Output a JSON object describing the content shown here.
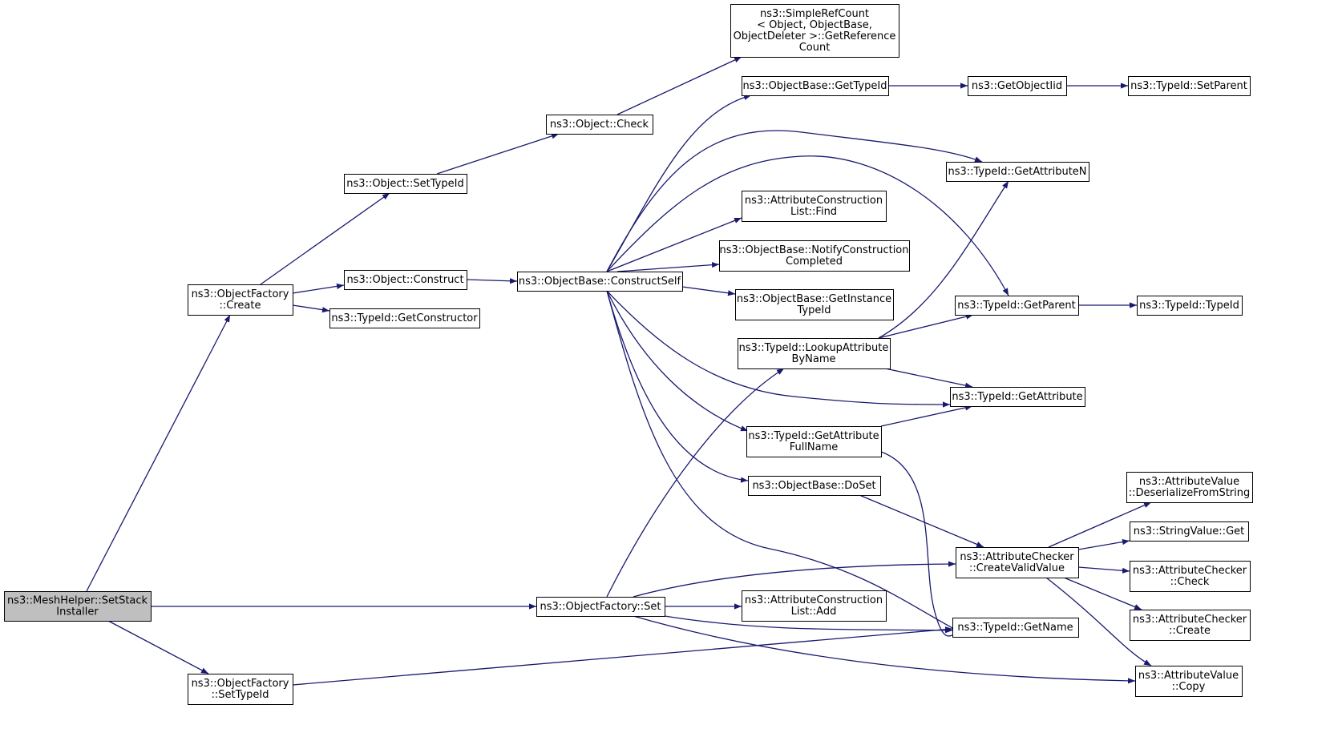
{
  "nodes": [
    {
      "id": "root",
      "lines": [
        "ns3::MeshHelper::SetStack",
        "Installer"
      ],
      "highlight": true
    },
    {
      "id": "of_create",
      "lines": [
        "ns3::ObjectFactory",
        "::Create"
      ]
    },
    {
      "id": "of_settypeid",
      "lines": [
        "ns3::ObjectFactory",
        "::SetTypeId"
      ]
    },
    {
      "id": "of_set",
      "lines": [
        "ns3::ObjectFactory::Set"
      ]
    },
    {
      "id": "obj_settypeid",
      "lines": [
        "ns3::Object::SetTypeId"
      ]
    },
    {
      "id": "obj_construct",
      "lines": [
        "ns3::Object::Construct"
      ]
    },
    {
      "id": "tid_getconstructor",
      "lines": [
        "ns3::TypeId::GetConstructor"
      ]
    },
    {
      "id": "obj_check",
      "lines": [
        "ns3::Object::Check"
      ]
    },
    {
      "id": "ob_constructself",
      "lines": [
        "ns3::ObjectBase::ConstructSelf"
      ]
    },
    {
      "id": "srefcount",
      "lines": [
        "ns3::SimpleRefCount",
        "< Object, ObjectBase,",
        "ObjectDeleter >::GetReference",
        "Count"
      ]
    },
    {
      "id": "ob_gettypeid",
      "lines": [
        "ns3::ObjectBase::GetTypeId"
      ]
    },
    {
      "id": "getobjectiid",
      "lines": [
        "ns3::GetObjectIid"
      ]
    },
    {
      "id": "tid_setparent",
      "lines": [
        "ns3::TypeId::SetParent"
      ]
    },
    {
      "id": "tid_getattributen",
      "lines": [
        "ns3::TypeId::GetAttributeN"
      ]
    },
    {
      "id": "acl_find",
      "lines": [
        "ns3::AttributeConstruction",
        "List::Find"
      ]
    },
    {
      "id": "ob_notify",
      "lines": [
        "ns3::ObjectBase::NotifyConstruction",
        "Completed"
      ]
    },
    {
      "id": "ob_getinstance",
      "lines": [
        "ns3::ObjectBase::GetInstance",
        "TypeId"
      ]
    },
    {
      "id": "tid_getparent",
      "lines": [
        "ns3::TypeId::GetParent"
      ]
    },
    {
      "id": "tid_typeid",
      "lines": [
        "ns3::TypeId::TypeId"
      ]
    },
    {
      "id": "tid_lookup",
      "lines": [
        "ns3::TypeId::LookupAttribute",
        "ByName"
      ]
    },
    {
      "id": "tid_getattribute",
      "lines": [
        "ns3::TypeId::GetAttribute"
      ]
    },
    {
      "id": "tid_getattrfullname",
      "lines": [
        "ns3::TypeId::GetAttribute",
        "FullName"
      ]
    },
    {
      "id": "ob_doset",
      "lines": [
        "ns3::ObjectBase::DoSet"
      ]
    },
    {
      "id": "ac_createvalid",
      "lines": [
        "ns3::AttributeChecker",
        "::CreateValidValue"
      ]
    },
    {
      "id": "av_deserialize",
      "lines": [
        "ns3::AttributeValue",
        "::DeserializeFromString"
      ]
    },
    {
      "id": "sv_get",
      "lines": [
        "ns3::StringValue::Get"
      ]
    },
    {
      "id": "ac_check",
      "lines": [
        "ns3::AttributeChecker",
        "::Check"
      ]
    },
    {
      "id": "ac_create",
      "lines": [
        "ns3::AttributeChecker",
        "::Create"
      ]
    },
    {
      "id": "acl_add",
      "lines": [
        "ns3::AttributeConstruction",
        "List::Add"
      ]
    },
    {
      "id": "tid_getname",
      "lines": [
        "ns3::TypeId::GetName"
      ]
    },
    {
      "id": "av_copy",
      "lines": [
        "ns3::AttributeValue",
        "::Copy"
      ]
    }
  ],
  "edges": [
    [
      "root",
      "of_create"
    ],
    [
      "root",
      "of_set"
    ],
    [
      "root",
      "of_settypeid"
    ],
    [
      "of_create",
      "obj_settypeid"
    ],
    [
      "of_create",
      "obj_construct"
    ],
    [
      "of_create",
      "tid_getconstructor"
    ],
    [
      "obj_settypeid",
      "obj_check"
    ],
    [
      "obj_check",
      "srefcount"
    ],
    [
      "obj_construct",
      "ob_constructself"
    ],
    [
      "ob_constructself",
      "ob_gettypeid"
    ],
    [
      "ob_constructself",
      "tid_getattributen"
    ],
    [
      "ob_constructself",
      "acl_find"
    ],
    [
      "ob_constructself",
      "ob_notify"
    ],
    [
      "ob_constructself",
      "ob_getinstance"
    ],
    [
      "ob_constructself",
      "tid_getparent"
    ],
    [
      "ob_constructself",
      "tid_getattribute"
    ],
    [
      "ob_constructself",
      "tid_getattrfullname"
    ],
    [
      "ob_constructself",
      "ob_doset"
    ],
    [
      "ob_constructself",
      "tid_getname"
    ],
    [
      "ob_gettypeid",
      "getobjectiid"
    ],
    [
      "getobjectiid",
      "tid_setparent"
    ],
    [
      "tid_getparent",
      "tid_typeid"
    ],
    [
      "tid_lookup",
      "tid_getattributen"
    ],
    [
      "tid_lookup",
      "tid_getparent"
    ],
    [
      "tid_lookup",
      "tid_getattribute"
    ],
    [
      "tid_getattrfullname",
      "tid_getattribute"
    ],
    [
      "tid_getattrfullname",
      "tid_getname"
    ],
    [
      "ob_doset",
      "ac_createvalid"
    ],
    [
      "ac_createvalid",
      "av_deserialize"
    ],
    [
      "ac_createvalid",
      "sv_get"
    ],
    [
      "ac_createvalid",
      "ac_check"
    ],
    [
      "ac_createvalid",
      "ac_create"
    ],
    [
      "ac_createvalid",
      "av_copy"
    ],
    [
      "of_set",
      "tid_lookup"
    ],
    [
      "of_set",
      "ac_createvalid"
    ],
    [
      "of_set",
      "acl_add"
    ],
    [
      "of_set",
      "tid_getname"
    ],
    [
      "of_set",
      "av_copy"
    ],
    [
      "of_settypeid",
      "tid_getname"
    ]
  ],
  "colors": {
    "edge": "#191970",
    "root_fill": "#bfbfbf",
    "node_fill": "#ffffff",
    "node_stroke": "#000000"
  }
}
